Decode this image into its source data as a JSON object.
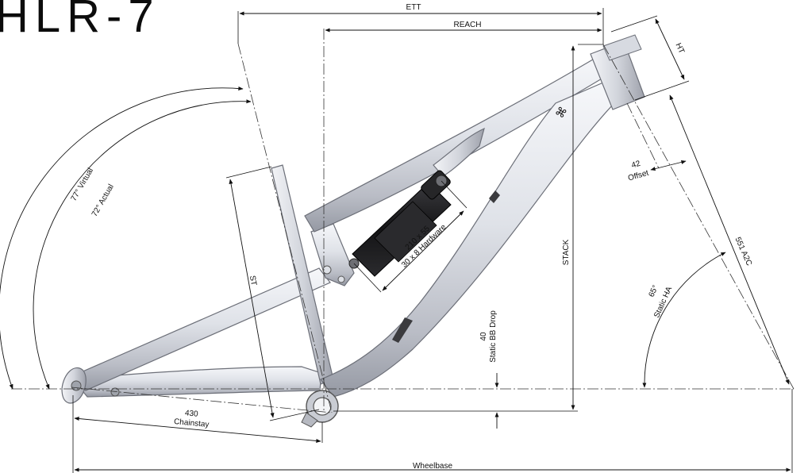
{
  "title_fragment": "HLR-7",
  "labels": {
    "ett": "ETT",
    "reach": "REACH",
    "ht": "HT",
    "offset_value": "42",
    "offset_label": "Offset",
    "a2c": "551 A2C",
    "static_ha_value": "65°",
    "static_ha_label": "Static HA",
    "stack": "STACK",
    "bb_drop_value": "40",
    "bb_drop_label": "Static BB Drop",
    "st": "ST",
    "shock_size": "210 x 55",
    "shock_hardware": "30 x 8 Hardware",
    "virtual_angle": "77° Virtual",
    "actual_angle": "72° Actual",
    "chainstay_value": "430",
    "chainstay_label": "Chainstay",
    "wheelbase": "Wheelbase"
  },
  "colors": {
    "frame_light": "#eef0f4",
    "frame_mid": "#c7cad2",
    "frame_dark": "#8a8d96",
    "shock_body": "#1c1c1e",
    "line": "#111111"
  }
}
